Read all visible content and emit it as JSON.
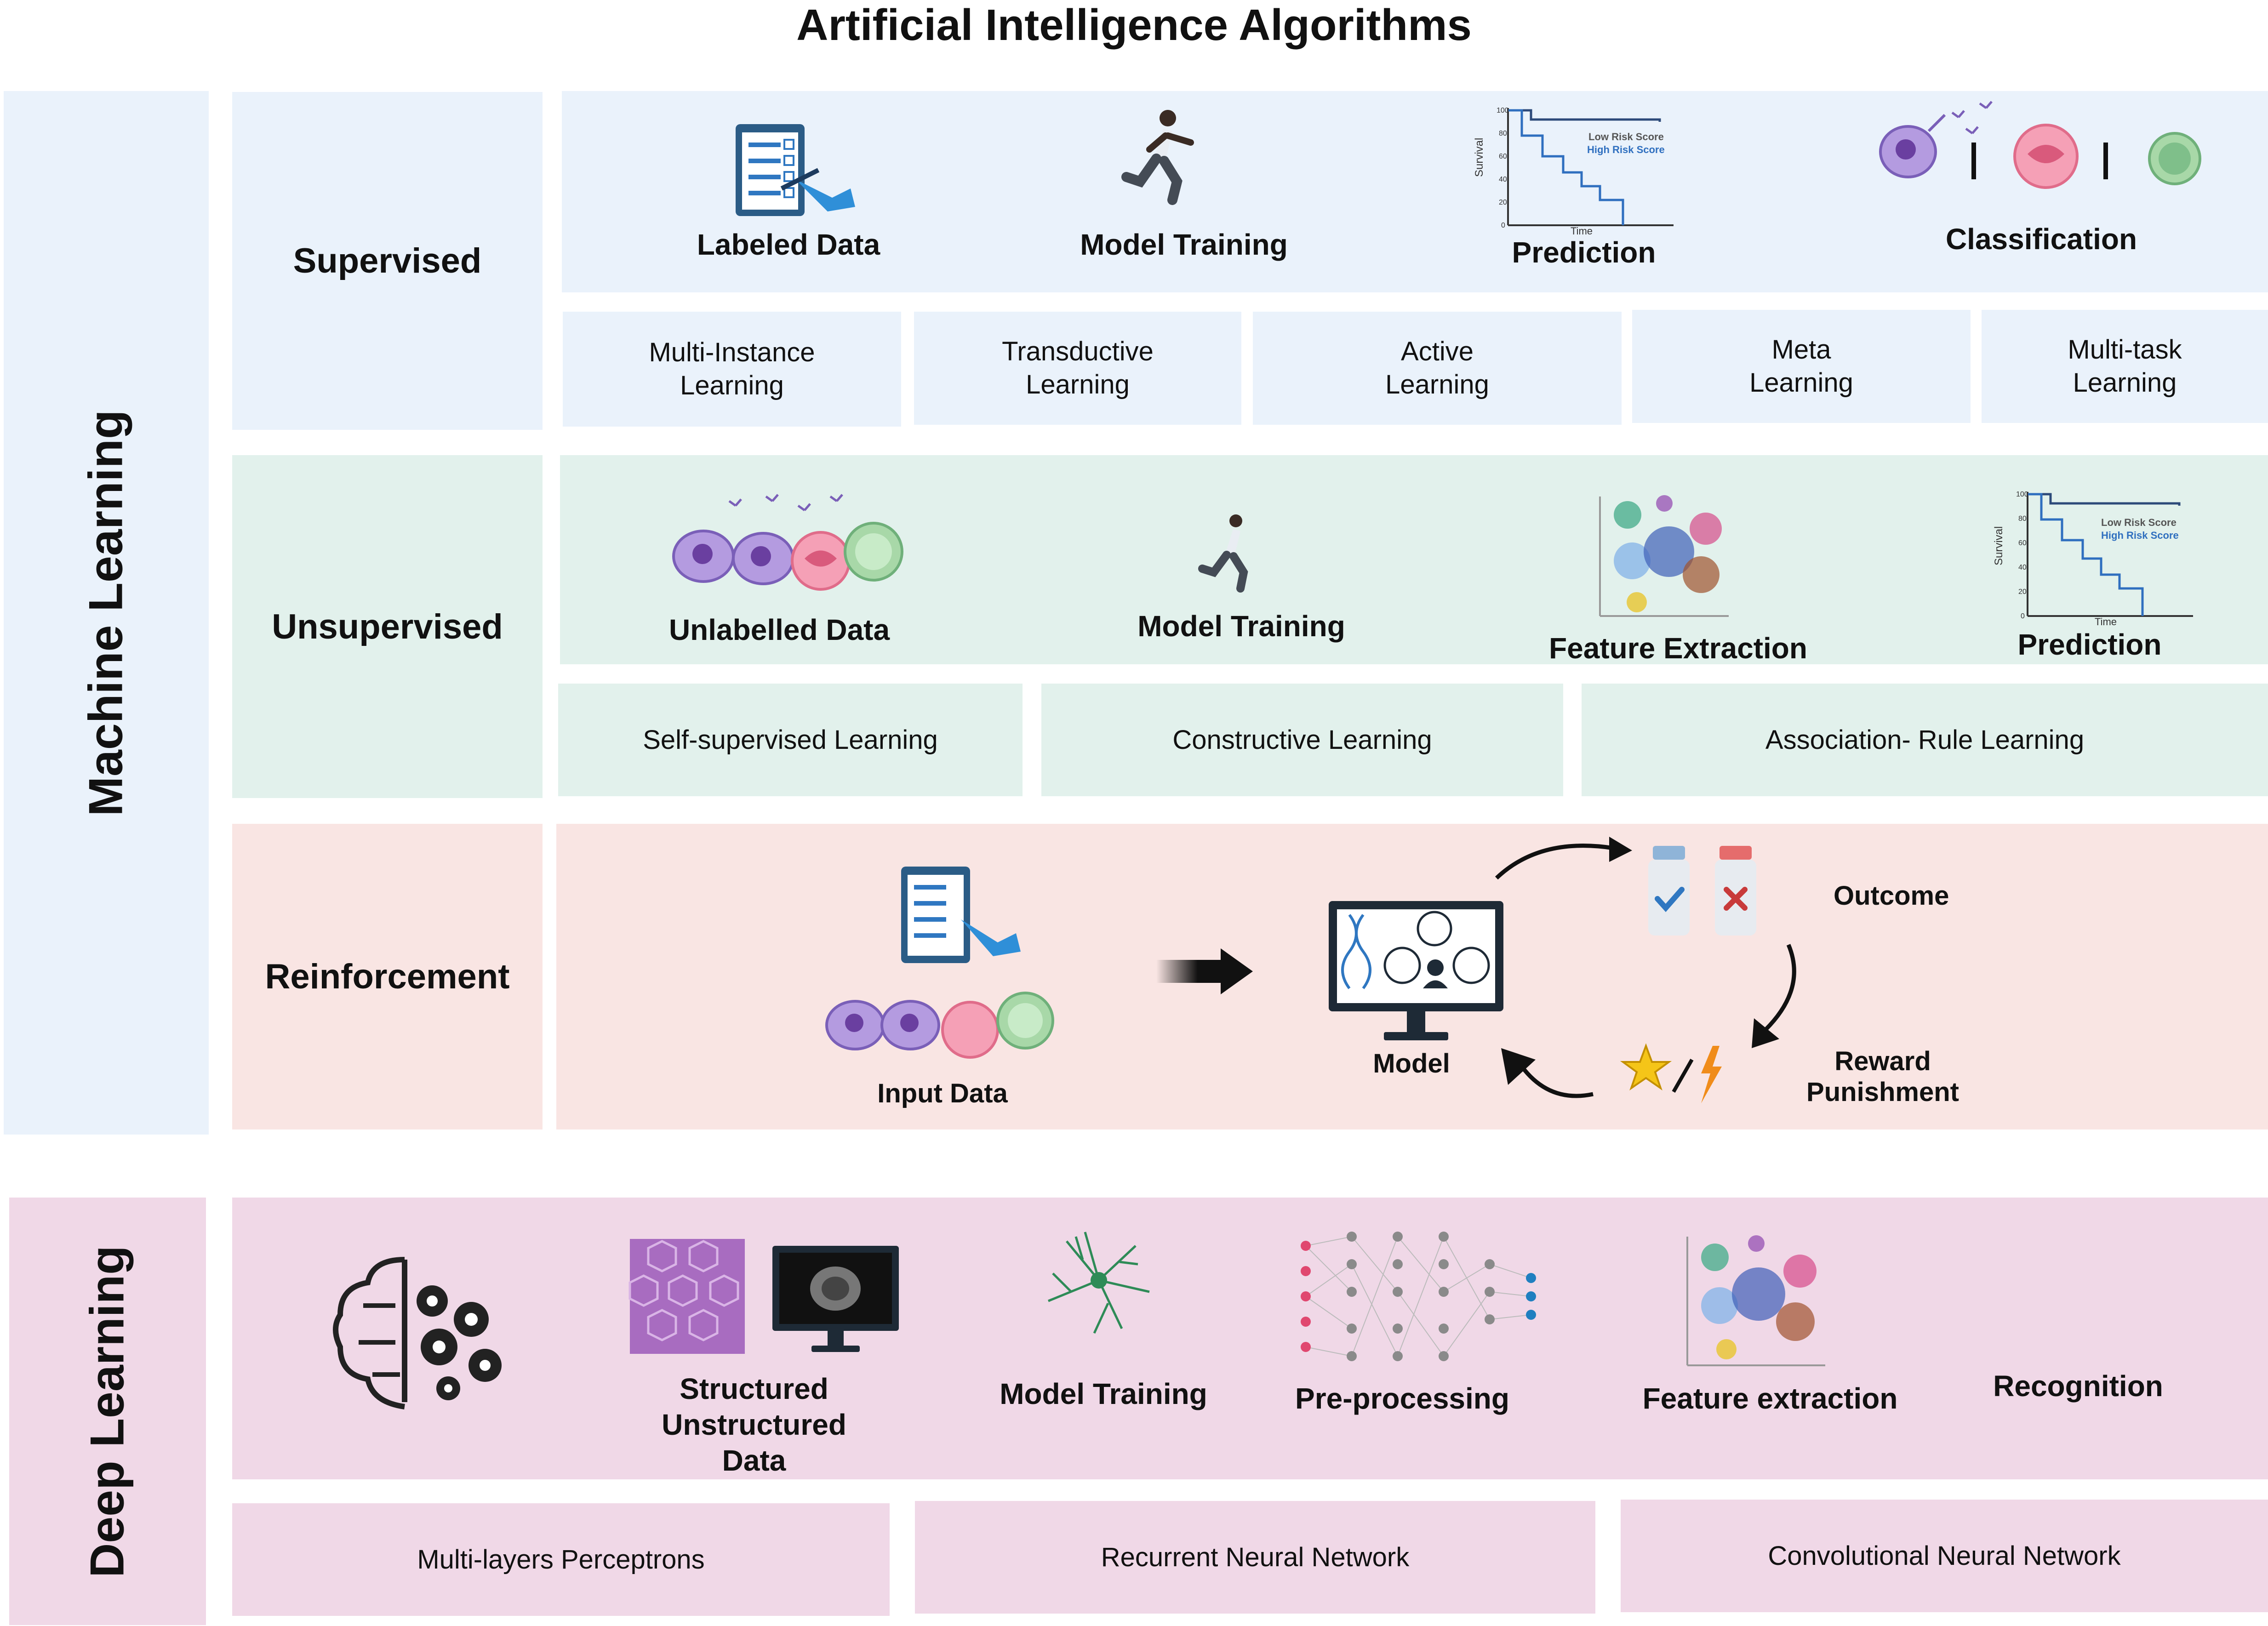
{
  "title": "Artificial Intelligence Algorithms",
  "machine_learning": {
    "label": "Machine Learning",
    "supervised": {
      "label": "Supervised",
      "steps": [
        "Labeled Data",
        "Model Training",
        "Prediction",
        "Classification"
      ],
      "methods": [
        "Multi-Instance\nLearning",
        "Transductive\nLearning",
        "Active\nLearning",
        "Meta\nLearning",
        "Multi-task\nLearning"
      ],
      "survival_plot": {
        "ylabel": "Survival",
        "xlabel": "Time",
        "yticks": [
          "100",
          "80",
          "60",
          "40",
          "20",
          "0"
        ],
        "legend": [
          "Low Risk Score",
          "High Risk Score"
        ]
      }
    },
    "unsupervised": {
      "label": "Unsupervised",
      "steps": [
        "Unlabelled Data",
        "Model Training",
        "Feature Extraction",
        "Prediction"
      ],
      "methods": [
        "Self-supervised Learning",
        "Constructive Learning",
        "Association- Rule Learning"
      ],
      "survival_plot": {
        "ylabel": "Survival",
        "xlabel": "Time",
        "yticks": [
          "100",
          "80",
          "60",
          "40",
          "20",
          "0"
        ],
        "legend": [
          "Low Risk Score",
          "High Risk Score"
        ]
      }
    },
    "reinforcement": {
      "label": "Reinforcement",
      "input_label": "Input Data",
      "model_label": "Model",
      "outcome_label": "Outcome",
      "reward_label": "Reward",
      "punishment_label": "Punishment"
    }
  },
  "deep_learning": {
    "label": "Deep Learning",
    "steps": [
      "Structured\nUnstructured\nData",
      "Model Training",
      "Pre-processing",
      "Feature extraction",
      "Recognition"
    ],
    "methods": [
      "Multi-layers Perceptrons",
      "Recurrent Neural Network",
      "Convolutional Neural Network"
    ]
  },
  "colors": {
    "supervised_bg": "#eaf2fb",
    "unsupervised_bg": "#e2f1ec",
    "reinforcement_bg": "#f9e5e3",
    "deep_learning_bg": "#f0d8e7",
    "plot_line_low": "#2d4a7a",
    "plot_line_high": "#2f6fbf"
  }
}
